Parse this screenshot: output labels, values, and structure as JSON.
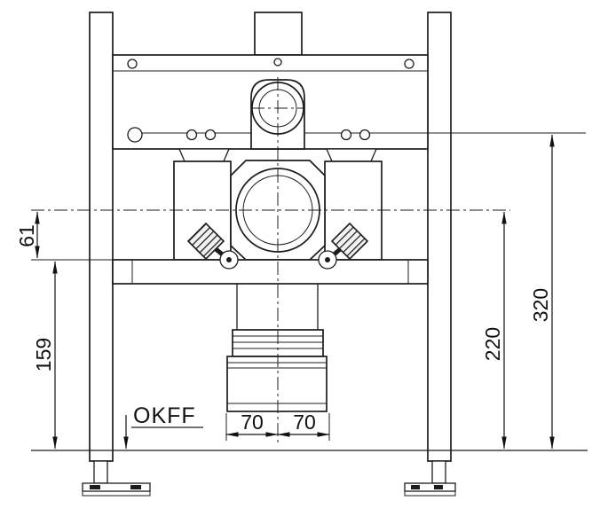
{
  "drawing": {
    "floor_label": "OKFF",
    "dims": {
      "d61": "61",
      "d159": "159",
      "d220": "220",
      "d320": "320",
      "d70a": "70",
      "d70b": "70"
    },
    "colors": {
      "line": "#1c1c1c",
      "background": "#ffffff"
    }
  }
}
